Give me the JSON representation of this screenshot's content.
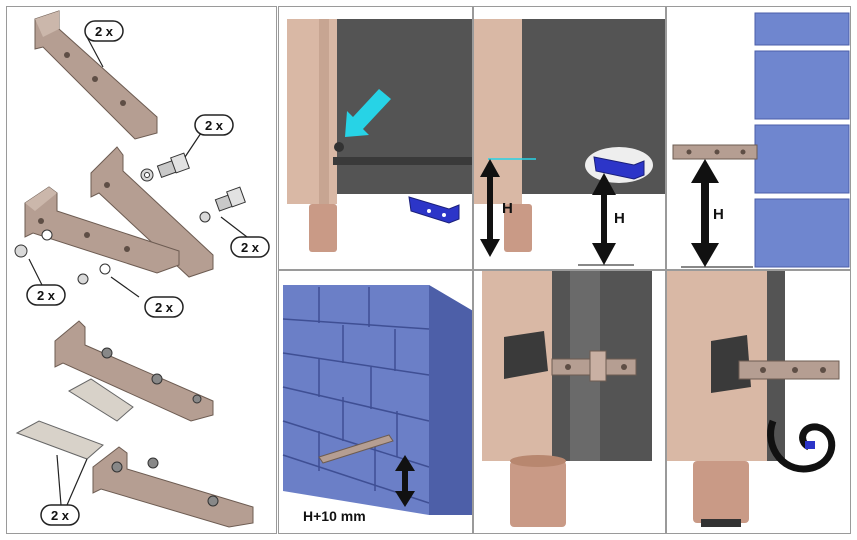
{
  "parts_panel": {
    "qty_labels": [
      "2 x",
      "2 x",
      "2 x",
      "2 x",
      "2 x",
      "2 x"
    ]
  },
  "steps": {
    "height_label": "H",
    "offset_label": "H+10 mm"
  },
  "colors": {
    "bracket": "#b59e92",
    "cabinet_body": "#d9b8a5",
    "dark_panel": "#545454",
    "bracket_highlight": "#2c35c8",
    "arrow_cyan": "#27d3e6",
    "wall_tile": "#6f86cf",
    "brick": "#5a6fb8",
    "leg": "#c99a86"
  }
}
